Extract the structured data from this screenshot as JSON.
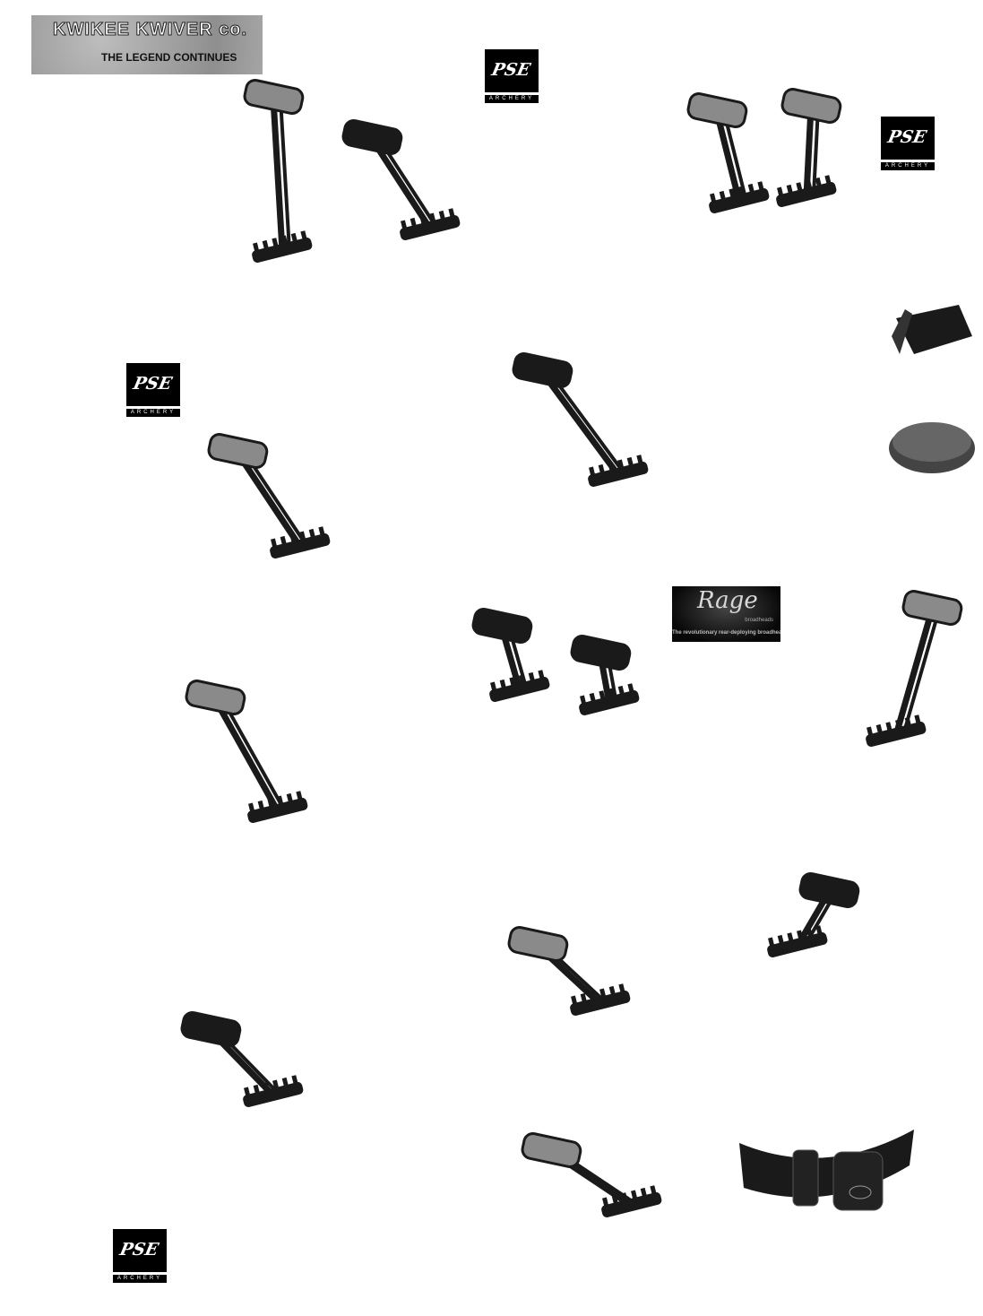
{
  "logos": {
    "kwikee": {
      "brand": "KWIKEE KWIVER co.",
      "tagline": "THE LEGEND CONTINUES"
    },
    "pse": {
      "mark": "PSE",
      "sub": "ARCHERY"
    },
    "rage": {
      "brand": "Rage",
      "sub": "broadheads",
      "tagline": "The revolutionary rear-deploying broadhead!"
    }
  },
  "colors": {
    "ink": "#1a1a1a",
    "camo": "#8a8a8a",
    "paper": "#ffffff"
  }
}
